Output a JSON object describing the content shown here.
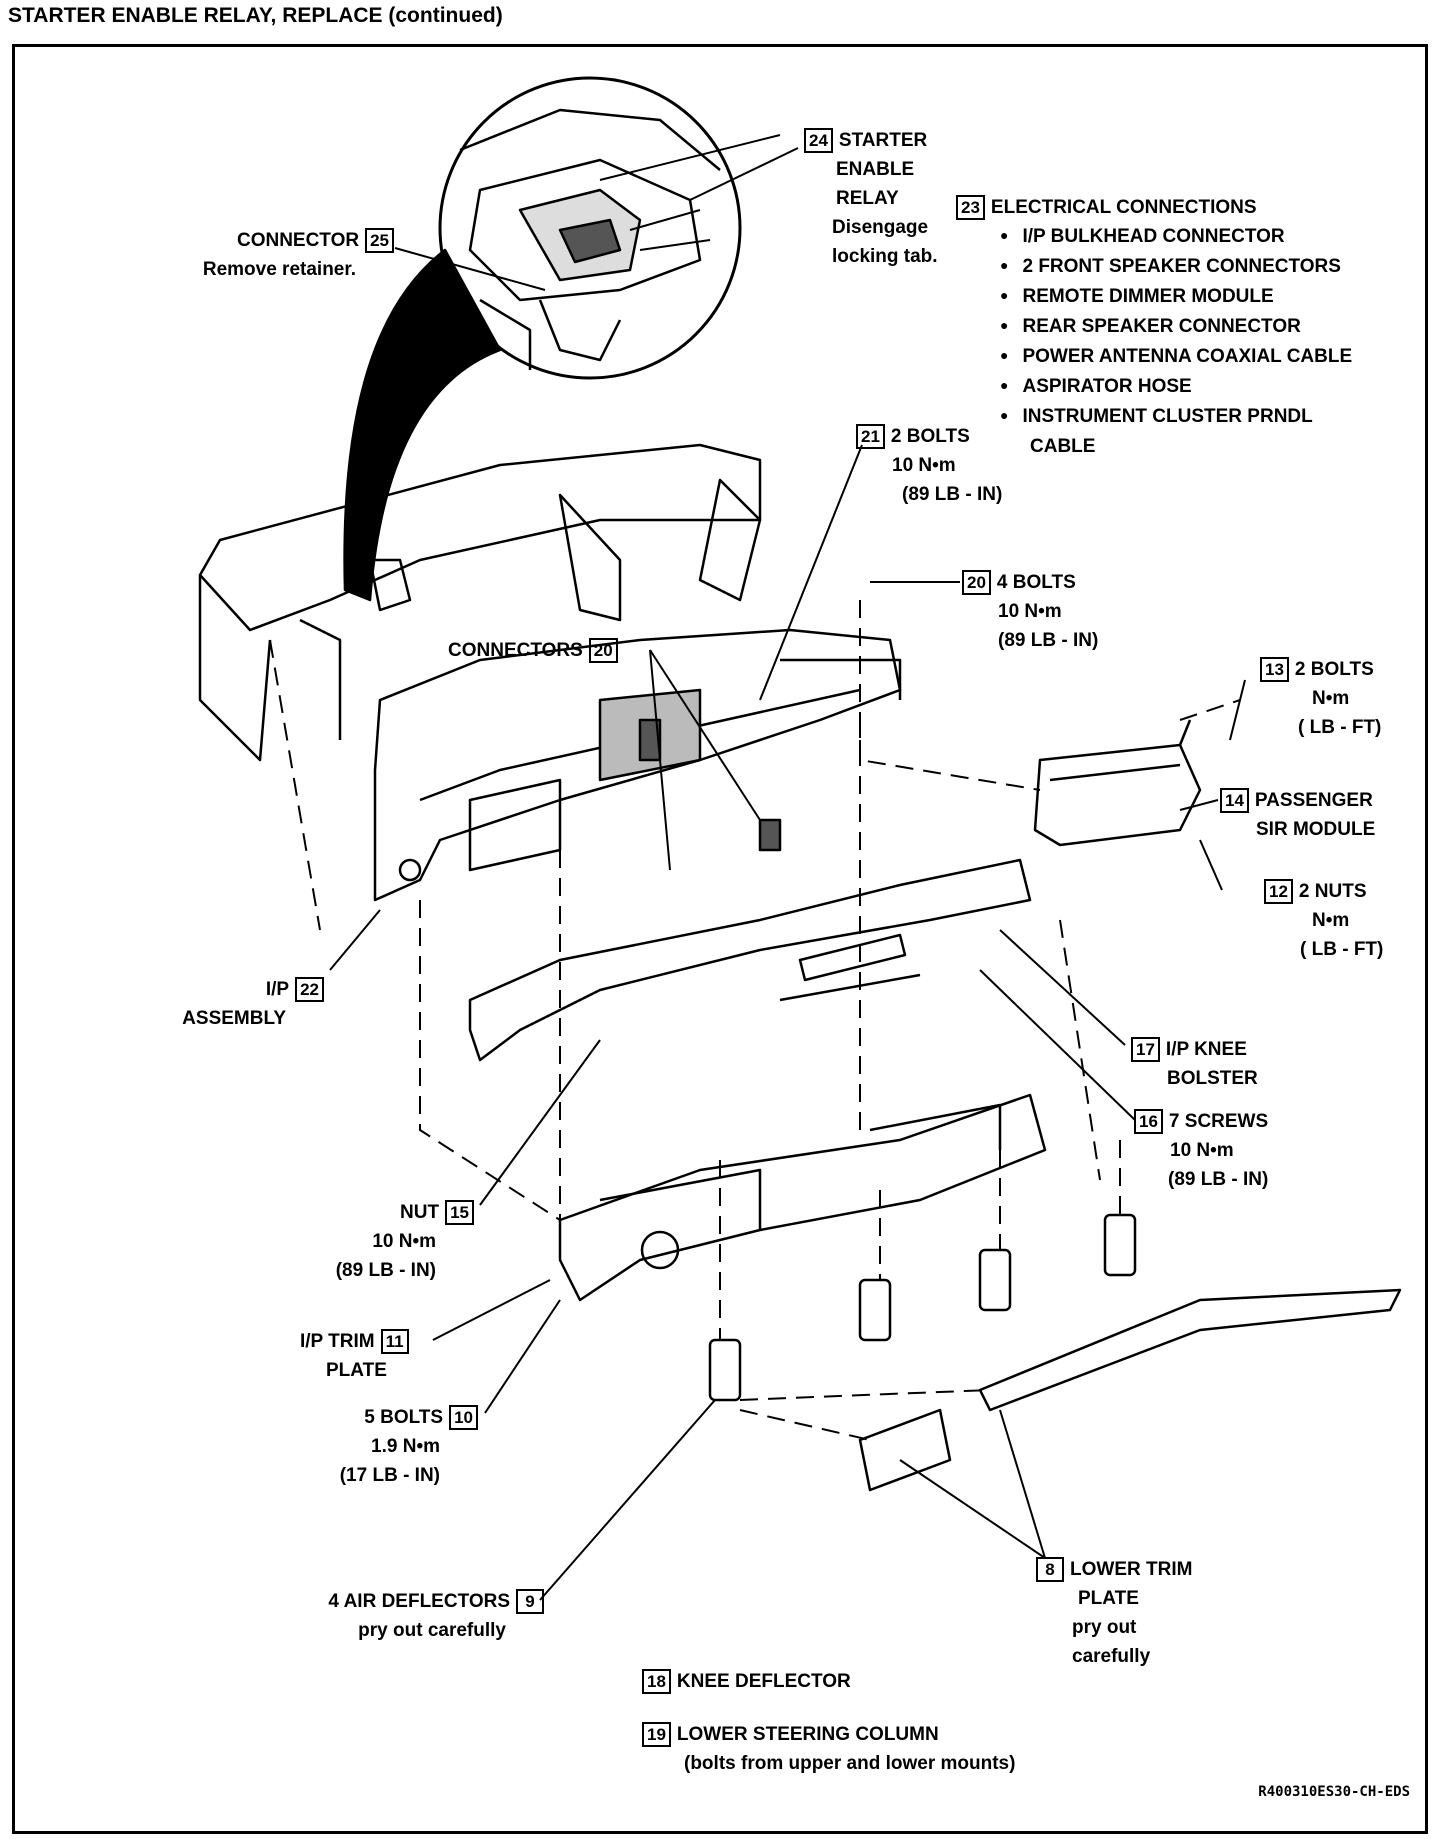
{
  "page_title": "STARTER ENABLE RELAY, REPLACE (continued)",
  "labels": {
    "c24": {
      "num": "24",
      "lines": [
        "STARTER",
        "ENABLE",
        "RELAY",
        "Disengage",
        "locking tab."
      ]
    },
    "c25": {
      "num": "25",
      "lines": [
        "CONNECTOR",
        "Remove retainer."
      ]
    },
    "c23": {
      "num": "23",
      "title": "ELECTRICAL CONNECTIONS",
      "items": [
        "I/P BULKHEAD CONNECTOR",
        "2 FRONT SPEAKER CONNECTORS",
        "REMOTE DIMMER MODULE",
        "REAR SPEAKER CONNECTOR",
        "POWER ANTENNA COAXIAL CABLE",
        "ASPIRATOR HOSE",
        "INSTRUMENT CLUSTER PRNDL",
        "CABLE"
      ]
    },
    "c21": {
      "num": "21",
      "lines": [
        "2 BOLTS",
        "10 N•m",
        "(89 LB - IN)"
      ]
    },
    "c20a": {
      "num": "20",
      "lines": [
        "4 BOLTS",
        "10 N•m",
        "(89 LB - IN)"
      ]
    },
    "c20b": {
      "num": "20",
      "lines": [
        "CONNECTORS"
      ]
    },
    "c13": {
      "num": "13",
      "lines": [
        "2 BOLTS",
        "N•m",
        "( LB - FT)"
      ]
    },
    "c14": {
      "num": "14",
      "lines": [
        "PASSENGER",
        "SIR  MODULE"
      ]
    },
    "c12": {
      "num": "12",
      "lines": [
        "2  NUTS",
        "N•m",
        "( LB - FT)"
      ]
    },
    "c22": {
      "num": "22",
      "lines": [
        "I/P",
        "ASSEMBLY"
      ]
    },
    "c17": {
      "num": "17",
      "lines": [
        "I/P KNEE",
        "BOLSTER"
      ]
    },
    "c16": {
      "num": "16",
      "lines": [
        "7 SCREWS",
        "10 N•m",
        "(89 LB - IN)"
      ]
    },
    "c15": {
      "num": "15",
      "lines": [
        "NUT",
        "10 N•m",
        "(89 LB - IN)"
      ]
    },
    "c11": {
      "num": "11",
      "lines": [
        "I/P TRIM",
        "PLATE"
      ]
    },
    "c10": {
      "num": "10",
      "lines": [
        "5 BOLTS",
        "1.9  N•m",
        "(17 LB - IN)"
      ]
    },
    "c9": {
      "num": "9",
      "lines": [
        "4 AIR DEFLECTORS",
        "pry out carefully"
      ]
    },
    "c8": {
      "num": "8",
      "lines": [
        "LOWER TRIM",
        "PLATE",
        "pry out",
        "carefully"
      ]
    },
    "c18": {
      "num": "18",
      "lines": [
        "KNEE DEFLECTOR"
      ]
    },
    "c19": {
      "num": "19",
      "lines": [
        "LOWER STEERING COLUMN",
        "(bolts from upper and lower mounts)"
      ]
    }
  },
  "figure_code": "R400310ES30-CH-EDS"
}
